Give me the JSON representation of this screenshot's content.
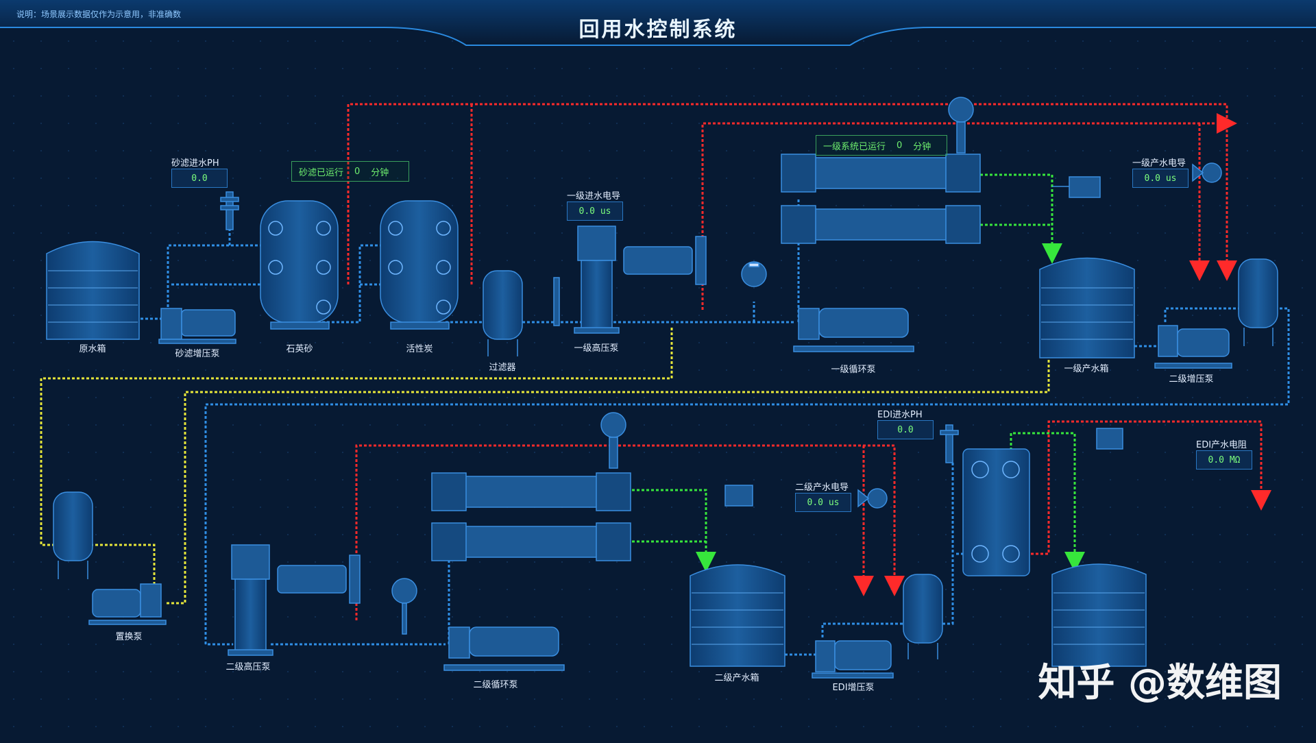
{
  "header": {
    "title": "回用水控制系统",
    "note": "说明：场景展示数据仅作为示意用，非准确数"
  },
  "equipment": {
    "raw_tank": "原水箱",
    "sand_pump": "砂滤增压泵",
    "quartz_sand": "石英砂",
    "activated_carbon": "活性炭",
    "filter": "过滤器",
    "hp_pump_1": "一级高压泵",
    "circ_pump_1": "一级循环泵",
    "product_tank_1": "一级产水箱",
    "boost_pump_2": "二级增压泵",
    "replace_pump": "置换泵",
    "hp_pump_2": "二级高压泵",
    "circ_pump_2": "二级循环泵",
    "product_tank_2": "二级产水箱",
    "edi_pump": "EDI增压泵"
  },
  "sensors": {
    "sand_ph": {
      "label": "砂滤进水PH",
      "value": "0.0"
    },
    "inlet_cond_1": {
      "label": "一级进水电导",
      "value": "0.0 us"
    },
    "product_cond_1": {
      "label": "一级产水电导",
      "value": "0.0 us"
    },
    "edi_ph": {
      "label": "EDI进水PH",
      "value": "0.0"
    },
    "product_cond_2": {
      "label": "二级产水电导",
      "value": "0.0 us"
    },
    "edi_resist": {
      "label": "EDI产水电阻",
      "value": "0.0 MΩ"
    }
  },
  "status": {
    "sand_run": {
      "label": "砂滤已运行",
      "value": "0",
      "unit": "分钟"
    },
    "sys1_run": {
      "label": "一级系统已运行",
      "value": "0",
      "unit": "分钟"
    }
  },
  "watermark": "知乎 @数维图",
  "colors": {
    "pipe_red": "#ff2a2a",
    "pipe_green": "#37e63c",
    "pipe_yellow": "#e6e63a",
    "pipe_blue": "#2f8fe6",
    "equipment": "#1d5a96"
  }
}
